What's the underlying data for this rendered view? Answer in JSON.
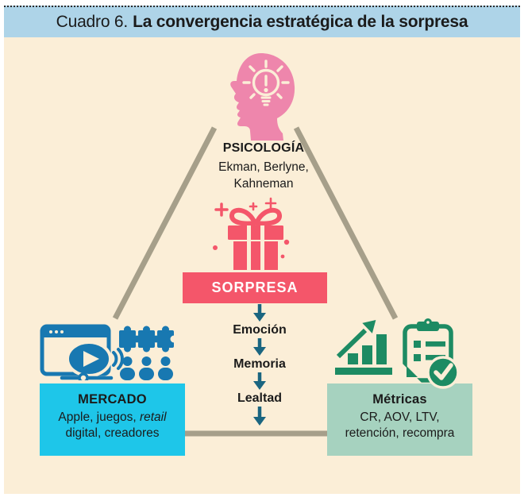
{
  "header": {
    "title_prefix": "Cuadro 6.",
    "title_bold": "La convergencia estratégica de la sorpresa"
  },
  "psychology": {
    "icon": "head-lightbulb-icon",
    "label": "PSICOLOGÍA",
    "authors_line1": "Ekman, Berlyne,",
    "authors_line2": "Kahneman"
  },
  "surprise": {
    "icon": "gift-icon",
    "label": "SORPRESA"
  },
  "chain": {
    "arrow_icon": "arrow-down-icon",
    "items": [
      "Emoción",
      "Memoria",
      "Lealtad"
    ]
  },
  "market": {
    "icons": [
      "video-player-icon",
      "puzzle-pieces-icon",
      "audience-icon"
    ],
    "label": "MERCADO",
    "desc_pre": "Apple, juegos, ",
    "desc_italic": "retail",
    "desc_line2": "digital, creadores"
  },
  "metrics": {
    "icons": [
      "growth-bar-chart-icon",
      "checklist-clipboard-icon",
      "check-circle-icon"
    ],
    "label": "Métricas",
    "desc_line1": "CR, AOV, LTV,",
    "desc_line2": "retención, recompra"
  },
  "colors": {
    "header_bg": "#aed4e8",
    "panel_bg": "#fbeed7",
    "pink_head": "#ee86ac",
    "coral": "#f4566a",
    "teal_arrow": "#1a6580",
    "blue_icon": "#1878b1",
    "cyan_box": "#1ec6e9",
    "green_icon": "#1d8b63",
    "sage_box": "#a6d2bf",
    "triangle_line": "#a69f8a",
    "text": "#1b1b1b"
  }
}
